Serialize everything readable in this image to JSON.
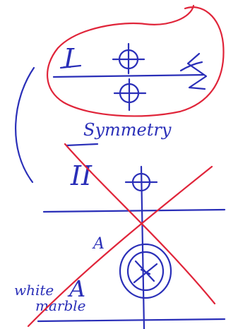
{
  "sketch": {
    "labels": {
      "section_1": "I",
      "section_2": "II",
      "symmetry_word": "Symmetry",
      "point_a_1": "A",
      "point_a_2": "A",
      "white_word": "white",
      "marble_word": "marble"
    },
    "colors": {
      "ink_blue": "#2a2fb8",
      "ink_red": "#e0253a",
      "paper": "#ffffff"
    }
  }
}
